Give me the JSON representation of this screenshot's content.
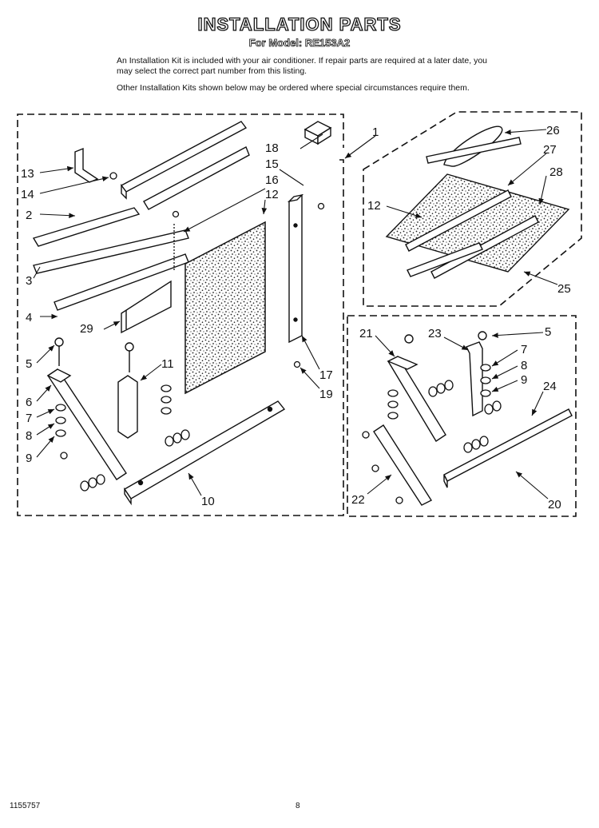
{
  "header": {
    "title": "INSTALLATION PARTS",
    "model_line": "For Model: RE153A2"
  },
  "intro": {
    "line1": "An Installation Kit is included with your air conditioner. If repair parts are required at a later date, you may select the correct part number from this listing.",
    "line2": "Other Installation Kits shown below may be ordered where special circumstances require them."
  },
  "callouts": {
    "c1": "1",
    "c2": "2",
    "c3": "3",
    "c4": "4",
    "c5": "5",
    "c6": "6",
    "c7": "7",
    "c8": "8",
    "c9": "9",
    "c10": "10",
    "c11": "11",
    "c12": "12",
    "c13": "13",
    "c14": "14",
    "c15": "15",
    "c16": "16",
    "c17": "17",
    "c18": "18",
    "c19": "19",
    "c20": "20",
    "c21": "21",
    "c22": "22",
    "c23": "23",
    "c24": "24",
    "c25": "25",
    "c26": "26",
    "c27": "27",
    "c28": "28",
    "c29": "29"
  },
  "footer": {
    "doc_number": "1155757",
    "page_number": "8"
  }
}
